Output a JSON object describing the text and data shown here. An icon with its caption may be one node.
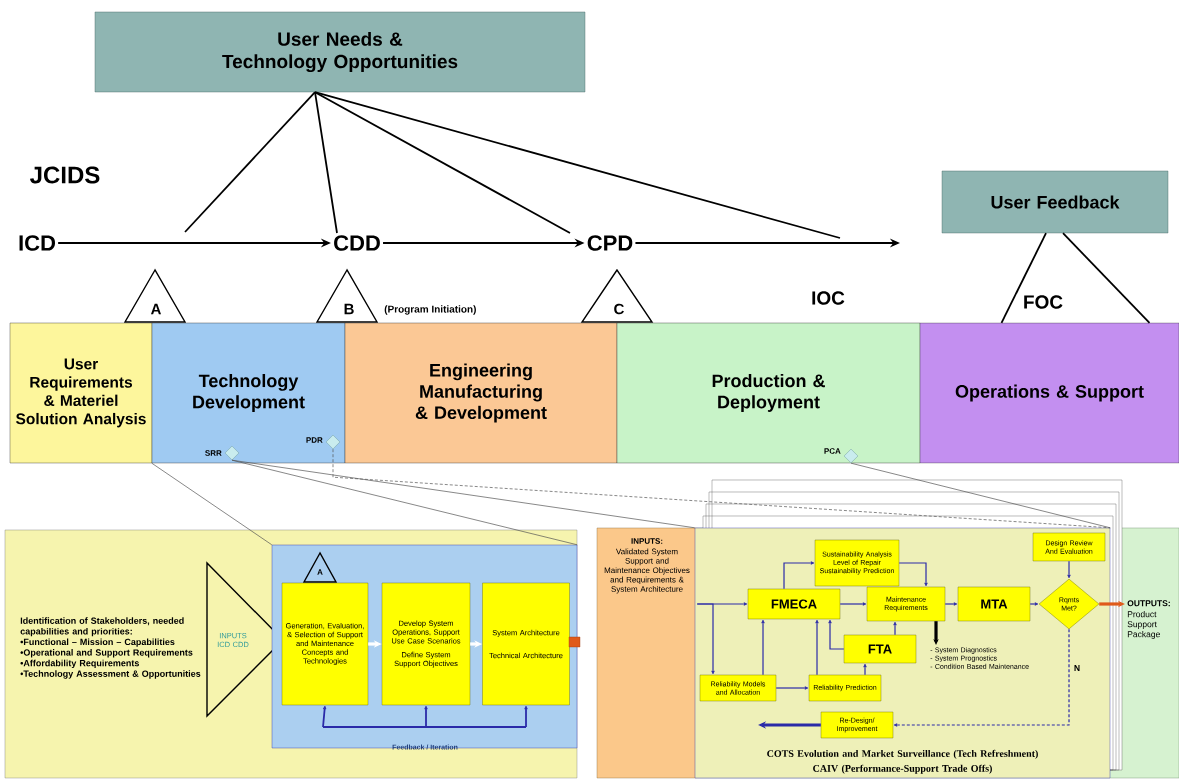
{
  "diagram": {
    "nodes": [
      {
        "text": [
          "User Needs & Technology Opportunities"
        ]
      },
      {
        "text": [
          "User Feedback"
        ]
      },
      {
        "text": [
          "ICD"
        ]
      },
      {
        "text": [
          "CDD"
        ]
      },
      {
        "text": [
          "CPD"
        ]
      },
      {
        "text": [
          "A"
        ]
      },
      {
        "text": [
          "B"
        ],
        "beside": [
          "(Program Initiation)"
        ]
      },
      {
        "text": [
          "C"
        ]
      },
      {
        "text": [
          "User Requirements & Materiel Solution Analysis"
        ]
      },
      {
        "text": [
          "Technology Development"
        ]
      },
      {
        "text": [
          "Engineering Manufacturing & Development"
        ]
      },
      {
        "text": [
          "Production & Deployment"
        ]
      },
      {
        "text": [
          "Operations & Support"
        ]
      },
      {
        "text": [],
        "shape": "diamond",
        "in": 9,
        "beside": [
          "SRR"
        ]
      },
      {
        "text": [],
        "shape": "diamond",
        "in": 9,
        "beside": [
          "PDR"
        ]
      },
      {
        "text": [],
        "shape": "diamond",
        "in": 11,
        "beside": [
          "PCA"
        ]
      },
      {
        "text": [
          "Identification of Stakeholders, needed capabilities and priorities:",
          "•Functional – Mission – Capabilities",
          "•Operational and Support Requirements",
          "•Affordability Requirements",
          "•Technology Assessment & Opportunities"
        ]
      },
      {
        "text": [
          "INPUTS ICD CDD"
        ],
        "in": 16
      },
      {
        "text": [],
        "shape": "box",
        "in": 16
      },
      {
        "text": [
          "A"
        ],
        "in": 18
      },
      {
        "text": [
          "Generation, Evaluation, & Selection of Support and Maintenance Concepts and Technologies"
        ],
        "in": 18
      },
      {
        "text": [
          "Develop System Operations, Support Use Case Scenarios",
          "Define System Support Objectives"
        ],
        "in": 18
      },
      {
        "text": [
          "System Architecture",
          "Technical Architecture"
        ],
        "in": 18
      },
      {
        "text": [
          "INPUTS:",
          "Validated System Support and Maintenance Objectives and Requirements & System Architecture"
        ]
      },
      {
        "text": [
          "COTS Evolution and Market Surveillance (Tech Refreshment)",
          "CAIV (Performance-Support Trade Offs)"
        ]
      },
      {
        "text": [
          "FMECA"
        ],
        "in": 24
      },
      {
        "text": [
          "Sustainability Analysis Level of Repair Sustainability Prediction"
        ],
        "in": 24
      },
      {
        "text": [
          "Maintenance Requirements"
        ],
        "in": 24
      },
      {
        "text": [
          "MTA"
        ],
        "in": 24
      },
      {
        "text": [
          "Design Review And Evaluation"
        ],
        "in": 24
      },
      {
        "text": [
          "Rqmts Met?"
        ],
        "in": 24
      },
      {
        "text": [
          "FTA"
        ],
        "in": 24
      },
      {
        "text": [
          "Reliability Models and Allocation"
        ],
        "in": 24
      },
      {
        "text": [
          "Reliability Prediction"
        ],
        "in": 24
      },
      {
        "text": [
          "Re-Design/ Improvement"
        ],
        "in": 24
      },
      {
        "text": [
          "- System Diagnostics",
          "- System Prognostics",
          "- Condition Based Maintenance"
        ],
        "in": 24
      },
      {
        "text": [
          "OUTPUTS:",
          "Product Support Package"
        ]
      }
    ],
    "edges": [
      {
        "from": 2,
        "to": 3,
        "arrow": "to",
        "color": "#000000"
      },
      {
        "from": 3,
        "to": 4,
        "arrow": "to",
        "color": "#000000"
      },
      {
        "from": 4,
        "to": null,
        "arrow": "to",
        "color": "#000000"
      },
      {
        "from": 0,
        "to": null,
        "arrow": "none",
        "color": "#000000"
      },
      {
        "from": 0,
        "to": 3,
        "arrow": "none",
        "color": "#000000"
      },
      {
        "from": 0,
        "to": 4,
        "arrow": "none",
        "color": "#000000"
      },
      {
        "from": 0,
        "to": null,
        "arrow": "none",
        "color": "#000000"
      },
      {
        "from": 1,
        "to": 12,
        "arrow": "none",
        "color": "#000000"
      },
      {
        "from": 1,
        "to": 12,
        "arrow": "none",
        "color": "#000000"
      },
      {
        "from": 9,
        "to": 18,
        "arrow": "none",
        "color": "#555555"
      },
      {
        "from": 13,
        "to": 18,
        "arrow": "none",
        "color": "#555555"
      },
      {
        "from": 13,
        "to": 24,
        "arrow": "none",
        "color": "#555555"
      },
      {
        "from": 14,
        "to": 24,
        "arrow": "none",
        "style": "dashed",
        "color": "#555555"
      },
      {
        "from": 15,
        "to": 24,
        "arrow": "none",
        "color": "#555555"
      },
      {
        "from": 20,
        "to": 21,
        "arrow": "to",
        "style": "thick",
        "color": "#ffffff"
      },
      {
        "from": 21,
        "to": 22,
        "arrow": "to",
        "style": "thick",
        "color": "#ffffff"
      },
      {
        "from": null,
        "to": 20,
        "arrow": "to"
      },
      {
        "from": null,
        "to": 21,
        "arrow": "to"
      },
      {
        "from": null,
        "to": 22,
        "arrow": "to"
      },
      {
        "from": 23,
        "to": 25,
        "arrow": "to"
      },
      {
        "from": 23,
        "to": 32,
        "arrow": "to"
      },
      {
        "from": 25,
        "to": 26,
        "arrow": "to"
      },
      {
        "from": 26,
        "to": 27,
        "arrow": "to"
      },
      {
        "from": 25,
        "to": 27,
        "arrow": "to"
      },
      {
        "from": 27,
        "to": 28,
        "arrow": "to"
      },
      {
        "from": 28,
        "to": 30,
        "arrow": "to"
      },
      {
        "from": 29,
        "to": 30,
        "arrow": "to"
      },
      {
        "from": 30,
        "to": 36,
        "arrow": "to",
        "style": "thick",
        "color": "#e05a1a"
      },
      {
        "from": 30,
        "to": 34,
        "arrow": "to",
        "style": "dashed",
        "label": "N"
      },
      {
        "from": 34,
        "to": null,
        "arrow": "to",
        "style": "thick"
      },
      {
        "from": 32,
        "to": 33,
        "arrow": "to"
      },
      {
        "from": 33,
        "to": 25,
        "arrow": "to"
      },
      {
        "from": 32,
        "to": 25,
        "arrow": "to"
      },
      {
        "from": 31,
        "to": 25,
        "arrow": "to"
      },
      {
        "from": 33,
        "to": 31,
        "arrow": "to"
      },
      {
        "from": 31,
        "to": 27,
        "arrow": "to"
      },
      {
        "from": 27,
        "to": 35,
        "arrow": "to",
        "style": "thick",
        "color": "#000000"
      }
    ],
    "labels": [
      "JCIDS",
      "IOC",
      "FOC",
      "Feedback / Iteration"
    ]
  }
}
